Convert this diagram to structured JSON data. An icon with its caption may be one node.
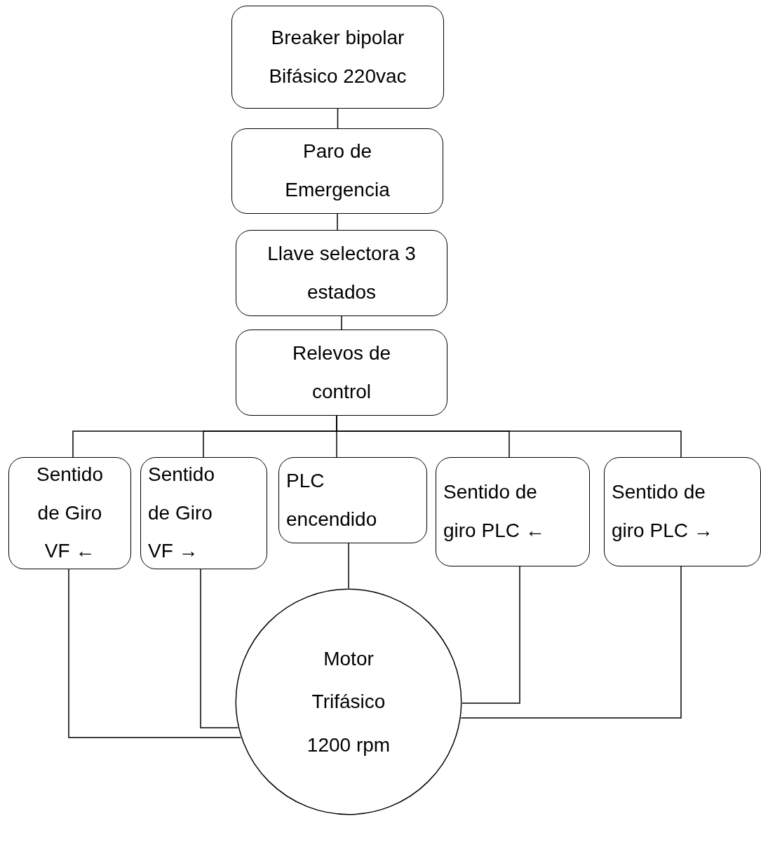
{
  "diagram": {
    "nodes": [
      {
        "text": [
          "Breaker bipolar",
          "Bifásico 220vac"
        ]
      },
      {
        "text": [
          "Paro de Emergencia"
        ]
      },
      {
        "text": [
          "Llave selectora 3 estados"
        ]
      },
      {
        "text": [
          "Relevos de control"
        ]
      },
      {
        "text": [
          "Sentido de Giro VF ←"
        ]
      },
      {
        "text": [
          "Sentido de Giro VF →"
        ]
      },
      {
        "text": [
          "PLC encendido"
        ]
      },
      {
        "text": [
          "Sentido de giro PLC ←"
        ]
      },
      {
        "text": [
          "Sentido de giro PLC →"
        ]
      },
      {
        "text": [
          "Motor",
          "Trifásico",
          "1200 rpm"
        ]
      }
    ],
    "edges": [
      {
        "from": 0,
        "to": 1,
        "arrow": "none"
      },
      {
        "from": 1,
        "to": 2,
        "arrow": "none"
      },
      {
        "from": 2,
        "to": 3,
        "arrow": "none"
      },
      {
        "from": 3,
        "to": 4,
        "arrow": "none"
      },
      {
        "from": 3,
        "to": 5,
        "arrow": "none"
      },
      {
        "from": 3,
        "to": 6,
        "arrow": "none"
      },
      {
        "from": 3,
        "to": 7,
        "arrow": "none"
      },
      {
        "from": 3,
        "to": 8,
        "arrow": "none"
      },
      {
        "from": 6,
        "to": 9,
        "arrow": "none"
      },
      {
        "from": 4,
        "to": 9,
        "arrow": "none"
      },
      {
        "from": 5,
        "to": 9,
        "arrow": "none"
      },
      {
        "from": 7,
        "to": 9,
        "arrow": "none"
      },
      {
        "from": 8,
        "to": 9,
        "arrow": "none"
      }
    ]
  }
}
